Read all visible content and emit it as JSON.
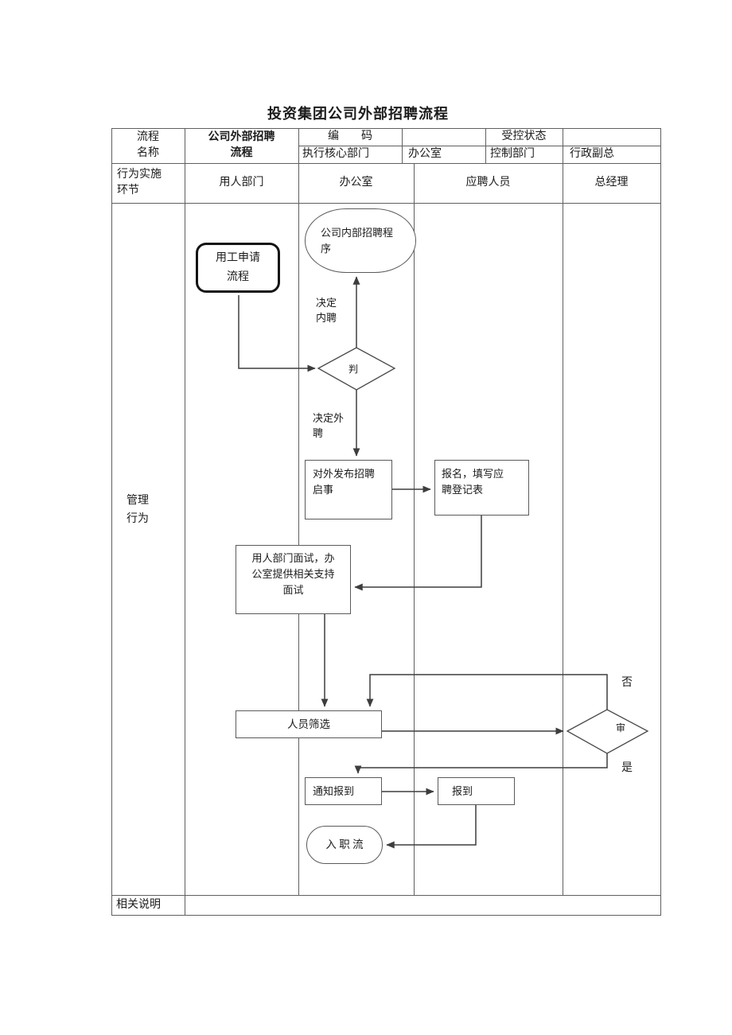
{
  "title": "投资集团公司外部招聘流程",
  "table": {
    "process_name_label": "流程\n名称",
    "process_name_value": "公司外部招聘\n流程",
    "code_label": "编　　码",
    "controlled_label": "受控状态",
    "exec_dept_label": "执行核心部门",
    "exec_dept_value": "办公室",
    "control_dept_label": "控制部门",
    "control_dept_value": "行政副总",
    "phase_label": "行为实施\n环节",
    "columns": [
      "用人部门",
      "办公室",
      "应聘人员",
      "总经理"
    ],
    "management_label": "管理\n行为",
    "notes_label": "相关说明"
  },
  "flow": {
    "internal_program": "公司内部招聘程\n序",
    "labor_request": "用工申请\n流程",
    "decide_internal": "决定\n内聘",
    "judge": "判",
    "decide_external": "决定外\n聘",
    "publish": "对外发布招聘\n启事",
    "register": "报名，填写应\n聘登记表",
    "interview": "用人部门面试，办\n公室提供相关支持\n面试",
    "screening": "人员筛选",
    "review": "审",
    "no_label": "否",
    "yes_label": "是",
    "notify": "通知报到",
    "report": "报到",
    "onboard": "入 职 流"
  }
}
